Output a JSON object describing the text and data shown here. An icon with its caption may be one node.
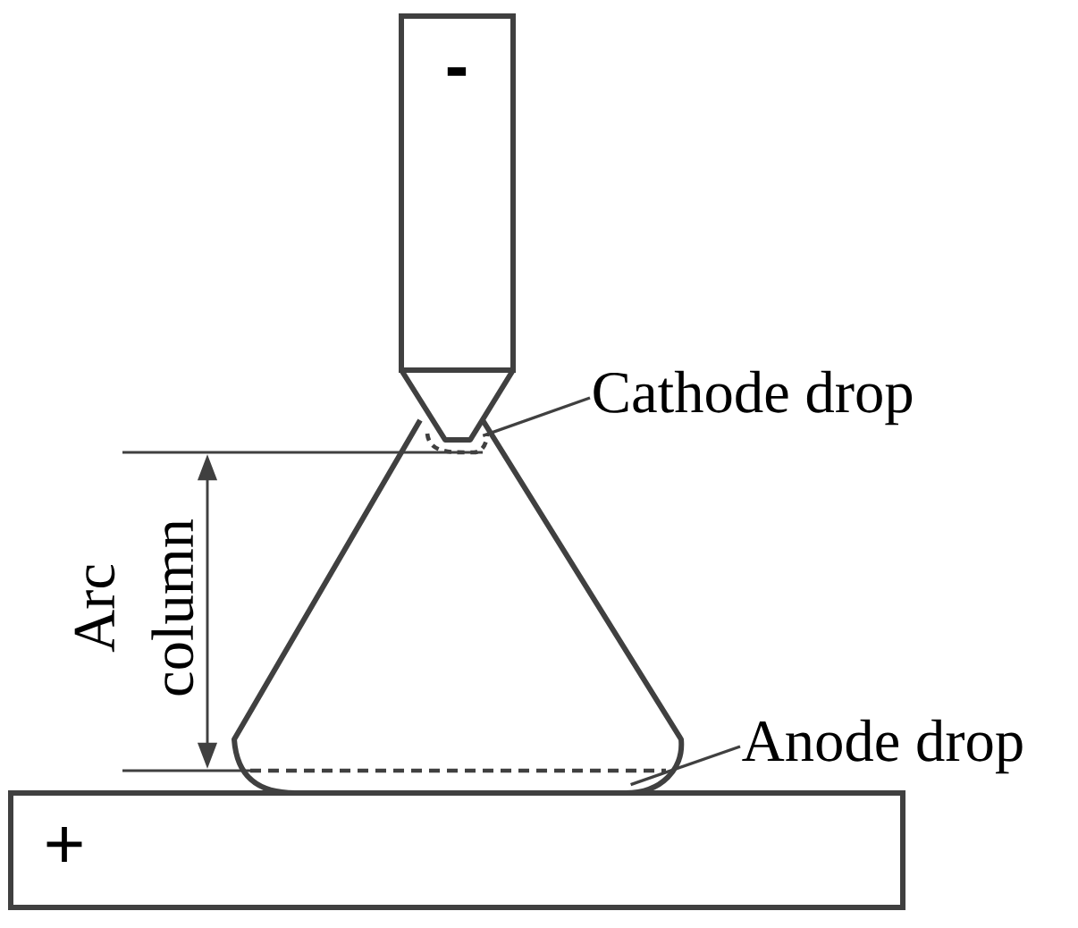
{
  "diagram": {
    "nodes": [
      {
        "text": [
          "-"
        ]
      },
      {
        "text": [
          "+"
        ]
      },
      {
        "text": [
          "Cathode  drop"
        ]
      },
      {
        "text": [
          "Anode drop"
        ]
      },
      {
        "text": [],
        "shape": "cone"
      },
      {
        "text": [],
        "shape": "region",
        "in": 4
      },
      {
        "text": [],
        "shape": "region",
        "in": 4
      }
    ],
    "edges": [
      {
        "from": 2,
        "to": 5,
        "arrow": "none"
      },
      {
        "from": 3,
        "to": 6,
        "arrow": "none"
      }
    ],
    "labels": [
      "Arc column"
    ]
  }
}
